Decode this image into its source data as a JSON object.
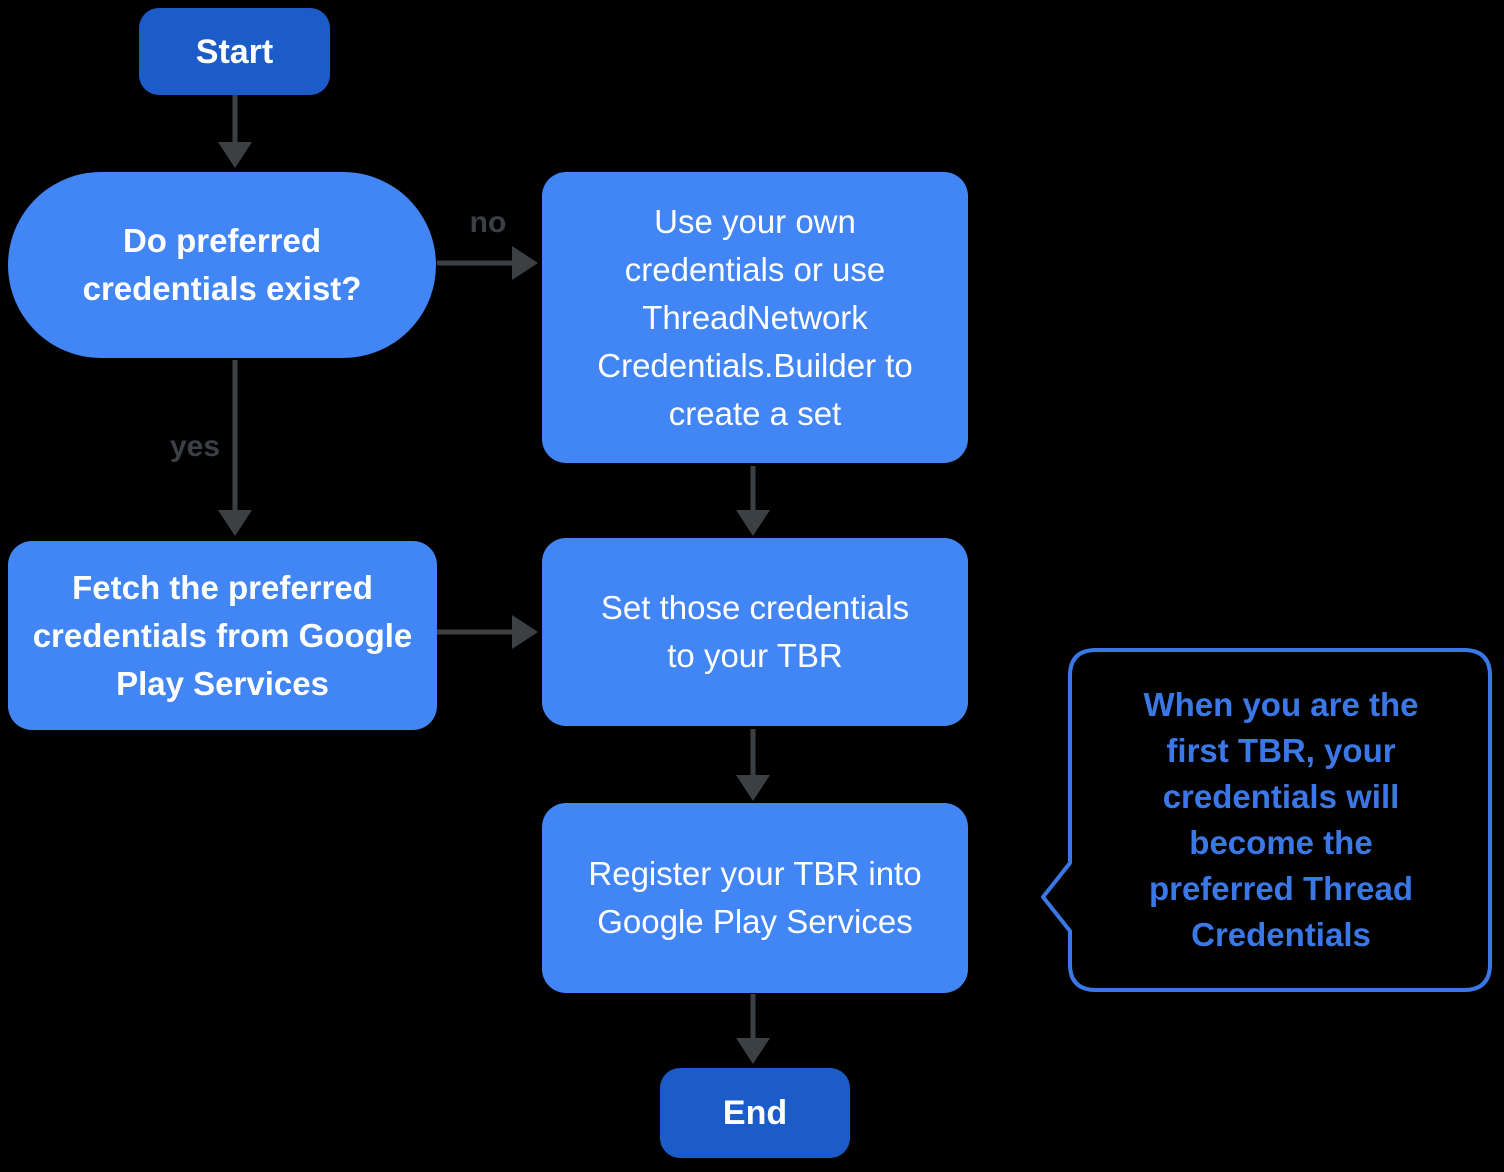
{
  "colors": {
    "bg": "#000000",
    "node_fill": "#4285F4",
    "terminal_fill": "#1B5CC9",
    "node_text": "#FFFFFF",
    "arrow": "#3C4043",
    "edge_label": "#3C4043",
    "callout": "#3B78E7"
  },
  "nodes": {
    "start": {
      "label": "Start"
    },
    "decision": {
      "label": "Do preferred credentials exist?"
    },
    "use_own": {
      "label": "Use your own credentials or use ThreadNetwork Credentials.Builder to create a set"
    },
    "fetch": {
      "label": "Fetch the preferred credentials from Google Play Services"
    },
    "set": {
      "label": "Set those credentials to your TBR"
    },
    "register": {
      "label": "Register your TBR into Google Play Services"
    },
    "end": {
      "label": "End"
    }
  },
  "edges": {
    "no_label": "no",
    "yes_label": "yes"
  },
  "callout": {
    "text": "When you are the first TBR, your credentials will become the preferred Thread Credentials"
  }
}
